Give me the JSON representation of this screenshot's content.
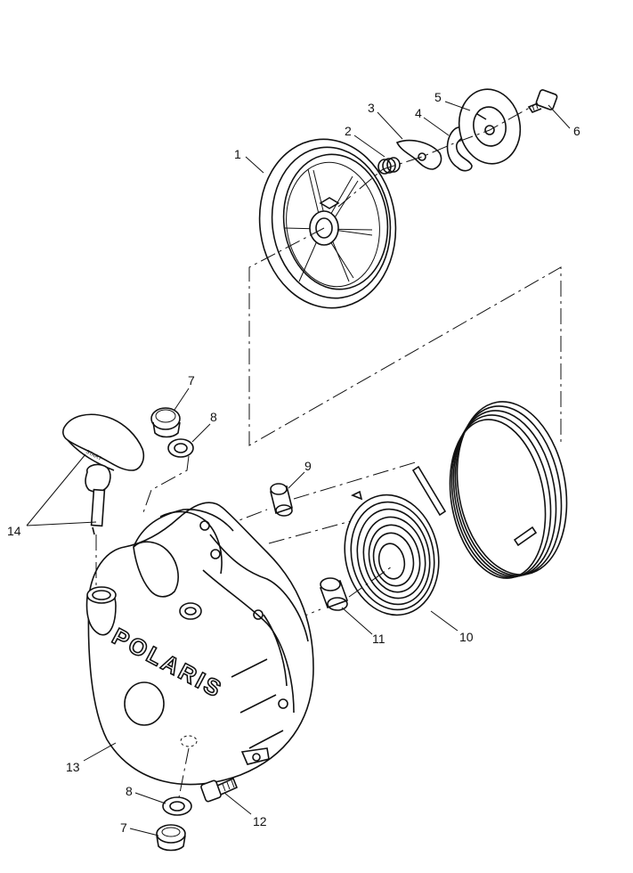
{
  "callouts": {
    "c1": "1",
    "c2": "2",
    "c3": "3",
    "c4": "4",
    "c5": "5",
    "c6": "6",
    "c7_top": "7",
    "c8_top": "8",
    "c9": "9",
    "c10": "10",
    "c11": "11",
    "c12": "12",
    "c13": "13",
    "c14": "14",
    "c8_bottom": "8",
    "c7_bottom": "7"
  },
  "housing": {
    "logo_text": "POLARIS"
  },
  "handle": {
    "start_text": "START"
  }
}
